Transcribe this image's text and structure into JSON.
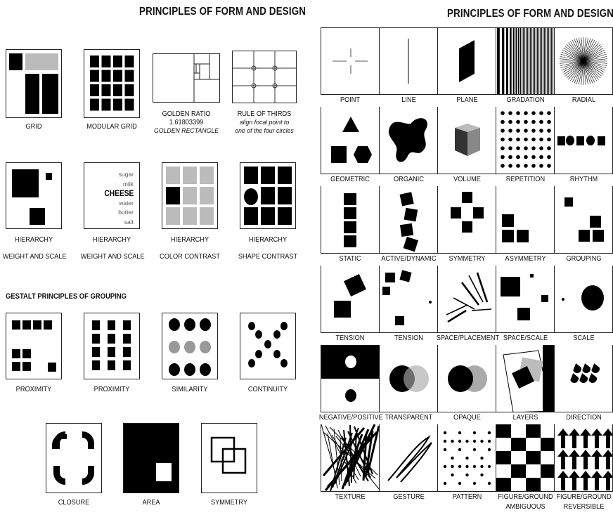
{
  "left_title": "PRINCIPLES OF FORM AND DESIGN",
  "right_title": "PRINCIPLES OF FORM AND DESIGN",
  "gestalt_heading": "GESTALT PRINCIPLES OF GROUPING",
  "left": {
    "row1": [
      {
        "label": "GRID"
      },
      {
        "label": "MODULAR GRID"
      },
      {
        "label": "GOLDEN RATIO",
        "line2": "1.61803399",
        "line3": "GOLDEN RECTANGLE"
      },
      {
        "label": "RULE OF THIRDS",
        "line2": "align focal point to",
        "line3": "one of the four circles"
      }
    ],
    "row2": [
      {
        "label": "HIERARCHY",
        "line2": "WEIGHT AND SCALE"
      },
      {
        "label": "HIERARCHY",
        "line2": "WEIGHT AND SCALE"
      },
      {
        "label": "HIERARCHY",
        "line2": "COLOR CONTRAST"
      },
      {
        "label": "HIERARCHY",
        "line2": "SHAPE CONTRAST"
      }
    ],
    "words": [
      "sugar",
      "milk",
      "CHEESE",
      "water",
      "butter",
      "salt"
    ],
    "row3": [
      "PROXIMITY",
      "PROXIMITY",
      "SIMILARITY",
      "CONTINUITY"
    ],
    "row4": [
      "CLOSURE",
      "AREA",
      "SYMMETRY"
    ]
  },
  "grid": [
    [
      "POINT",
      "LINE",
      "PLANE",
      "GRADATION",
      "RADIAL"
    ],
    [
      "GEOMETRIC",
      "ORGANIC",
      "VOLUME",
      "REPETITION",
      "RHYTHM"
    ],
    [
      "STATIC",
      "ACTIVE/DYNAMIC",
      "SYMMETRY",
      "ASYMMETRY",
      "GROUPING"
    ],
    [
      "TENSION",
      "TENSION",
      "SPACE/PLACEMENT",
      "SPACE/SCALE",
      "SCALE"
    ],
    [
      "NEGATIVE/POSITIVE",
      "TRANSPARENT",
      "OPAQUE",
      "LAYERS",
      "DIRECTION"
    ],
    [
      "TEXTURE",
      "GESTURE",
      "PATTERN",
      "FIGURE/GROUND",
      "FIGURE/GROUND"
    ]
  ],
  "grid_sublabels": {
    "fg1": "AMBIGUOUS",
    "fg2": "REVERSIBLE"
  }
}
